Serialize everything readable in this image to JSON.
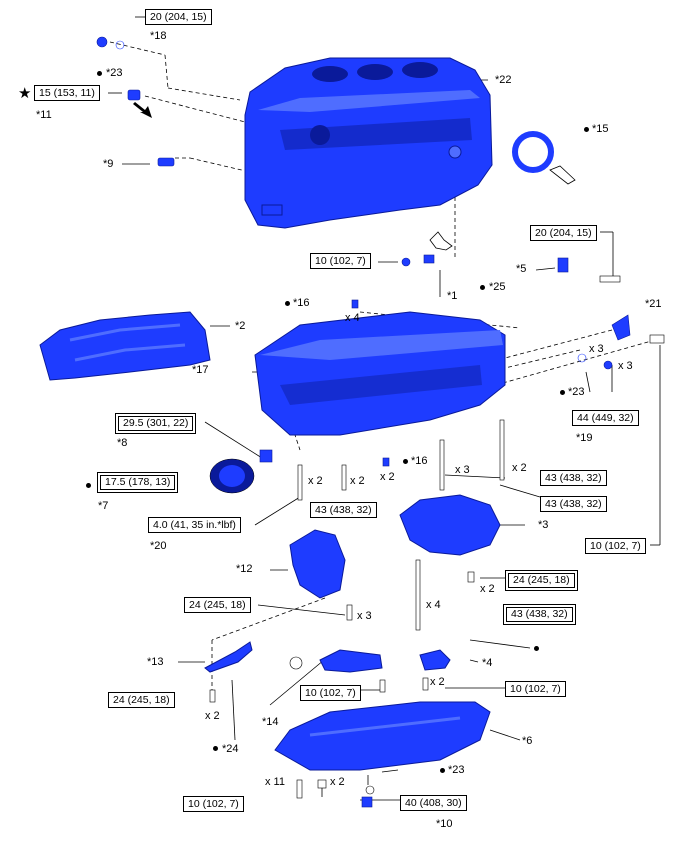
{
  "colors": {
    "part": "#1e3cff",
    "part_dark": "#0a1a9a",
    "part_light": "#4f6dff",
    "line": "#000000"
  },
  "labels": {
    "p18": "*18",
    "p23a": "*23",
    "p11": "*11",
    "p22": "*22",
    "p15": "*15",
    "p9": "*9",
    "p5": "*5",
    "p1": "*1",
    "p25": "*25",
    "p16a": "*16",
    "p21": "*21",
    "p2": "*2",
    "p17": "*17",
    "p23b": "*23",
    "p19": "*19",
    "p8": "*8",
    "p16b": "*16",
    "p7": "*7",
    "p20": "*20",
    "p3": "*3",
    "p12": "*12",
    "p13": "*13",
    "p4": "*4",
    "p14": "*14",
    "p24": "*24",
    "p6": "*6",
    "p23c": "*23",
    "p10": "*10"
  },
  "qty": {
    "x4a": "x 4",
    "x3a": "x 3",
    "x3b": "x 3",
    "x2a": "x 2",
    "x2b": "x 2",
    "x2c": "x 2",
    "x3c": "x 3",
    "x2d": "x 2",
    "x2e": "x 2",
    "x4b": "x 4",
    "x3d": "x 3",
    "x2f": "x 2",
    "x2g": "x 2",
    "x11": "x 11",
    "x2h": "x 2"
  },
  "torque": {
    "t18": "20 (204, 15)",
    "t11": "15 (153, 11)",
    "t5": "20 (204, 15)",
    "t1": "10 (102, 7)",
    "t19": "44 (449, 32)",
    "t8": "29.5 (301, 22)",
    "t7": "17.5 (178, 13)",
    "t43a": "43 (438, 32)",
    "t43b": "43 (438, 32)",
    "t43c": "43 (438, 32)",
    "t20": "4.0 (41, 35 in.*lbf)",
    "t21": "10 (102, 7)",
    "t24a": "24 (245, 18)",
    "t24b": "24 (245, 18)",
    "t43d": "43 (438, 32)",
    "t24c": "24 (245, 18)",
    "t14": "10 (102, 7)",
    "t4": "10 (102, 7)",
    "t6": "10 (102, 7)",
    "t10": "40 (408, 30)"
  },
  "star_symbol": "★"
}
